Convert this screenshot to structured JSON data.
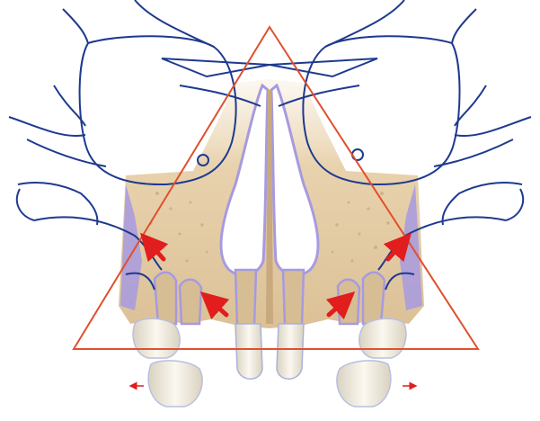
{
  "diagram": {
    "colors": {
      "outline": "#1e3a8f",
      "triangle": "#e0502e",
      "arrow": "#e11d1d",
      "bone": "#e8d2ad",
      "bone_dark": "#d6b88a",
      "periosteum": "#a79ae0",
      "tooth": "#f4f0e6",
      "tooth_shade": "#cfc7b4",
      "background": "#ffffff"
    },
    "arrows": [
      {
        "id": "upper-left",
        "direction": "up-left"
      },
      {
        "id": "lower-left",
        "direction": "up-left"
      },
      {
        "id": "lower-right",
        "direction": "up-right"
      },
      {
        "id": "upper-right",
        "direction": "up-right"
      },
      {
        "id": "left-small",
        "direction": "left"
      },
      {
        "id": "right-small",
        "direction": "right"
      }
    ],
    "structures": [
      "skull-outline",
      "orbits",
      "maxilla",
      "nasal-cavity",
      "incisors",
      "molars",
      "force-triangle"
    ]
  }
}
